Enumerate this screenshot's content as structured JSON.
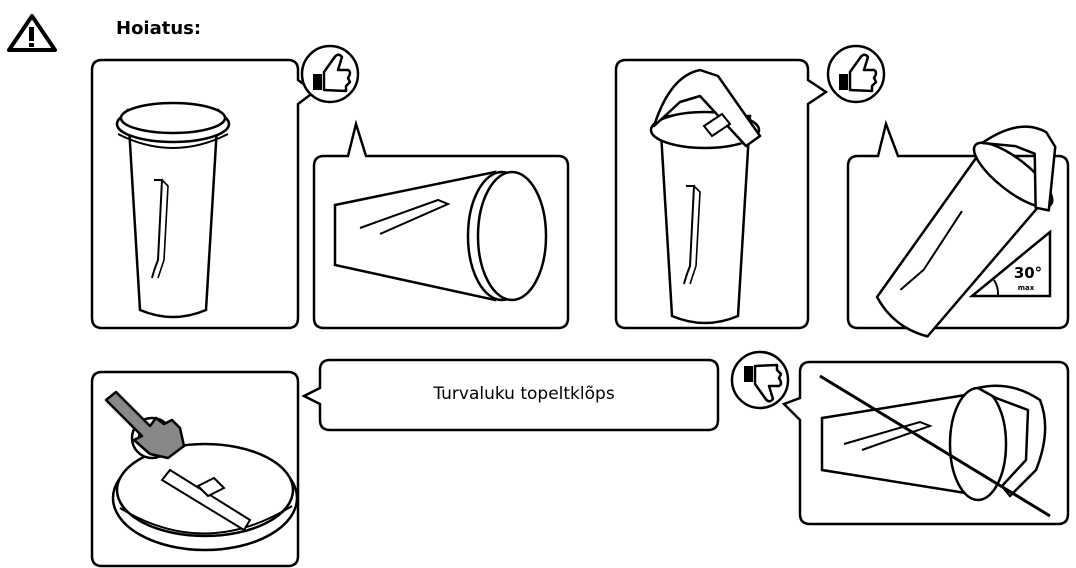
{
  "warning": {
    "title": "Hoiatus:"
  },
  "caption": {
    "text": "Turvaluku topeltklõps"
  },
  "angle_label": {
    "value": "30°",
    "sub": "max"
  },
  "icons": {
    "warning": "warning-triangle-icon",
    "approve": "thumbs-up-icon",
    "reject": "thumbs-down-icon",
    "tap": "pointing-hand-icon"
  }
}
